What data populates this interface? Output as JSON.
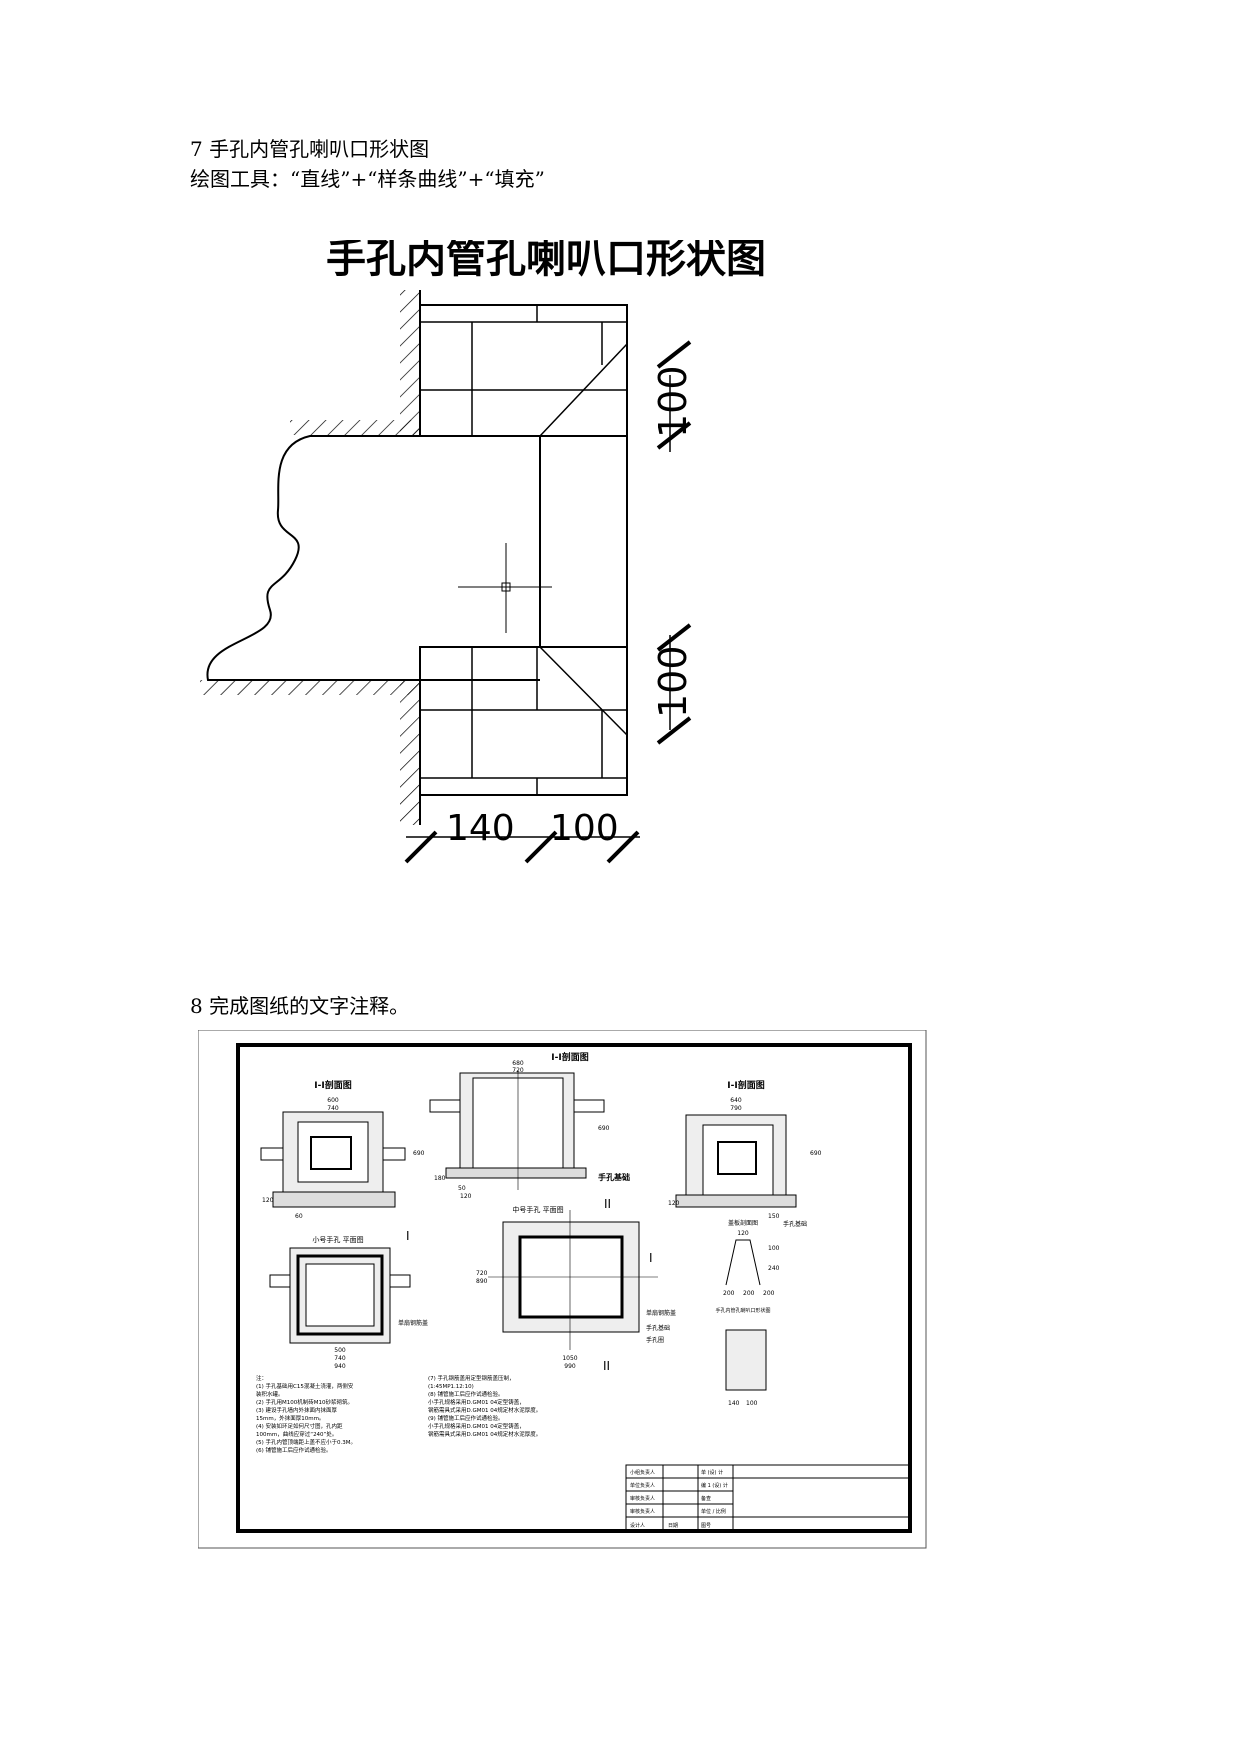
{
  "section7": {
    "heading": "7 手孔内管孔喇叭口形状图",
    "tools": "绘图工具：“直线”+“样条曲线”+“填充”"
  },
  "figure1": {
    "title": "手孔内管孔喇叭口形状图",
    "dim_upper": "100",
    "dim_lower": "100",
    "dim_bottom_left": "140",
    "dim_bottom_right": "100"
  },
  "section8": {
    "heading": "8 完成图纸的文字注释。"
  },
  "figure2": {
    "view1_title": "I-I剖面图",
    "view1_dims": [
      "600",
      "740",
      "690",
      "120",
      "60"
    ],
    "view2_title": "I-I剖面图",
    "view2_dims": [
      "680",
      "720",
      "690",
      "50",
      "120",
      "180"
    ],
    "view2_label": "手孔基础",
    "view3_title": "I-I剖面图",
    "view3_dims": [
      "640",
      "790",
      "690",
      "120",
      "150"
    ],
    "view3_label": "手孔基础",
    "plan1_title": "小号手孔 平面图",
    "plan1_dims": [
      "500",
      "740",
      "940"
    ],
    "plan1_mark": "I",
    "plan2_title": "中号手孔 平面图",
    "plan2_dims": [
      "1050",
      "990",
      "720",
      "890"
    ],
    "plan2_mark_top": "II",
    "plan2_mark_bottom": "II",
    "plan2_mark_side": "I",
    "plan2_labels": [
      "单扇钢筋盖",
      "手孔基础",
      "手孔圈"
    ],
    "plan1_label": "单扇钢筋盖",
    "detail_title": "盖板剖面图",
    "detail_dims": [
      "120",
      "100",
      "240",
      "200",
      "200",
      "200"
    ],
    "mouth_title": "手孔内管孔喇叭口形状图",
    "mouth_dims": [
      "140",
      "100"
    ],
    "notes_left": [
      "注：",
      "(1) 手孔基础用C15混凝土浇灌，两侧安",
      "装积水罐。",
      "(2) 手孔用M100机制砖M10砂浆砌筑。",
      "(3) 建设手孔墙内外抹面内抹面厚",
      "15mm，外抹面厚10mm。",
      "(4) 安装如环足如何尺寸图，孔内距",
      "100mm，曲线应穿过“240”处。",
      "(5) 手孔内管顶端距上盖不应小于0.3M。",
      "(6) 铺管施工后应作试通检验。"
    ],
    "notes_right": [
      "(7) 手孔钢筋盖用定型钢筋盖压制，",
      "(1:45MP1.12:10)",
      "(8) 铺管施工后应作试通检验。",
      "小手孔规格采用D.GM01 04定型铸盖，",
      "钢筋需具式采用D.GM01 04规定材水泥厚度。",
      "(9) 铺管施工后应作试通检验。",
      "小手孔规格采用D.GM01 04定型铸盖，",
      "钢筋需具式采用D.GM01 04规定材水泥厚度。"
    ],
    "titleblock": {
      "r1": [
        "小组负责人",
        "单 (设) 计"
      ],
      "r2": [
        "单位负责人",
        "编 1 (设) 计"
      ],
      "r3": [
        "审核负责人",
        "备查"
      ],
      "r4": [
        "审核负责人",
        "单位 / 比例"
      ],
      "r5": [
        "设计人",
        "日期",
        "图号"
      ]
    }
  }
}
